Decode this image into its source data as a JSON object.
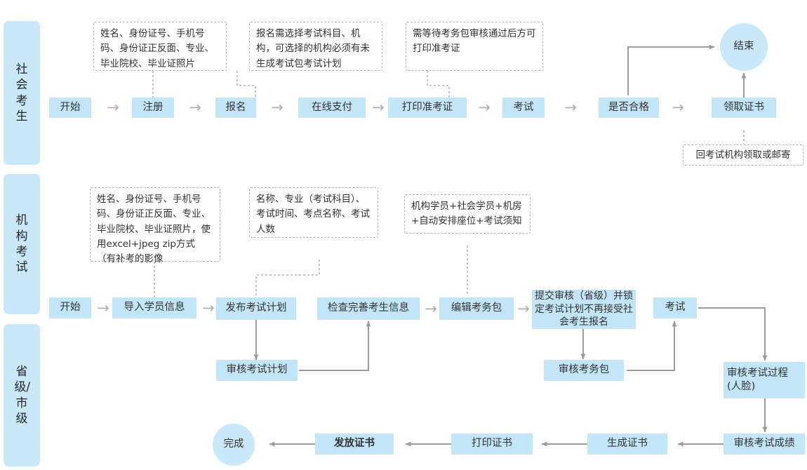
{
  "lanes": [
    {
      "id": "lane-social-candidate",
      "label": "社会考生"
    },
    {
      "id": "lane-institution-exam",
      "label": "机构考试"
    },
    {
      "id": "lane-province-city",
      "label": "省级/市级"
    }
  ],
  "colors": {
    "node_fill": "#c3e5f8",
    "lane_fill": "#c9e8fa",
    "circle_fill": "#c9e8fa",
    "arrow": "#b0b0b0",
    "connector": "#9c9c9c",
    "note_border": "#b4b4b4",
    "text": "#333333"
  },
  "row_social": {
    "nodes": [
      {
        "name": "node-start",
        "label": "开始"
      },
      {
        "name": "node-register",
        "label": "注册"
      },
      {
        "name": "node-signup",
        "label": "报名"
      },
      {
        "name": "node-online-payment",
        "label": "在线支付"
      },
      {
        "name": "node-print-admit-card",
        "label": "打印准考证"
      },
      {
        "name": "node-exam",
        "label": "考试"
      },
      {
        "name": "node-is-qualified",
        "label": "是否合格"
      },
      {
        "name": "node-collect-cert",
        "label": "领取证书"
      },
      {
        "name": "node-end",
        "label": "结束"
      }
    ],
    "notes": [
      {
        "name": "note-register-fields",
        "label": "姓名、身份证号、手机号码、身份证正反面、专业、毕业院校、毕业证照片"
      },
      {
        "name": "note-signup-rules",
        "label": "报名需选择考试科目、机构，可选择的机构必须有未生成考试包考试计划"
      },
      {
        "name": "note-admit-card-rules",
        "label": "需等待考务包审核通过后方可打印准考证"
      },
      {
        "name": "note-cert-pickup",
        "label": "回考试机构领取或邮寄"
      }
    ]
  },
  "row_institution": {
    "nodes": [
      {
        "name": "node-inst-start",
        "label": "开始"
      },
      {
        "name": "node-import-students",
        "label": "导入学员信息"
      },
      {
        "name": "node-publish-exam-plan",
        "label": "发布考试计划"
      },
      {
        "name": "node-check-candidate-info",
        "label": "检查完善考生信息"
      },
      {
        "name": "node-edit-exam-package",
        "label": "编辑考务包"
      },
      {
        "name": "node-submit-review-lock",
        "label": "提交审核（省级）并锁定考试计划不再接受社会考生报名"
      },
      {
        "name": "node-inst-exam",
        "label": "考试"
      },
      {
        "name": "node-review-exam-plan",
        "label": "审核考试计划"
      },
      {
        "name": "node-review-exam-package",
        "label": "审核考务包"
      },
      {
        "name": "node-review-exam-process",
        "label": "审核考试过程(人脸)"
      }
    ],
    "notes": [
      {
        "name": "note-import-fields",
        "label": "姓名、身份证号、手机号码、身份证正反面、专业、毕业院校、毕业证照片，使用excel+jpeg zip方式（有补考的影像"
      },
      {
        "name": "note-exam-plan-fields",
        "label": "名称、专业（考试科目）、考试时间、考点名称、考试人数"
      },
      {
        "name": "note-package-content",
        "label": "机构学员+社会学员+机房+自动安排座位+考试须知"
      }
    ]
  },
  "row_bottom": {
    "nodes": [
      {
        "name": "node-done",
        "label": "完成"
      },
      {
        "name": "node-issue-cert",
        "label": "发放证书"
      },
      {
        "name": "node-print-cert",
        "label": "打印证书"
      },
      {
        "name": "node-generate-cert",
        "label": "生成证书"
      },
      {
        "name": "node-review-exam-score",
        "label": "审核考试成绩"
      }
    ]
  },
  "arrow_glyph": "→"
}
